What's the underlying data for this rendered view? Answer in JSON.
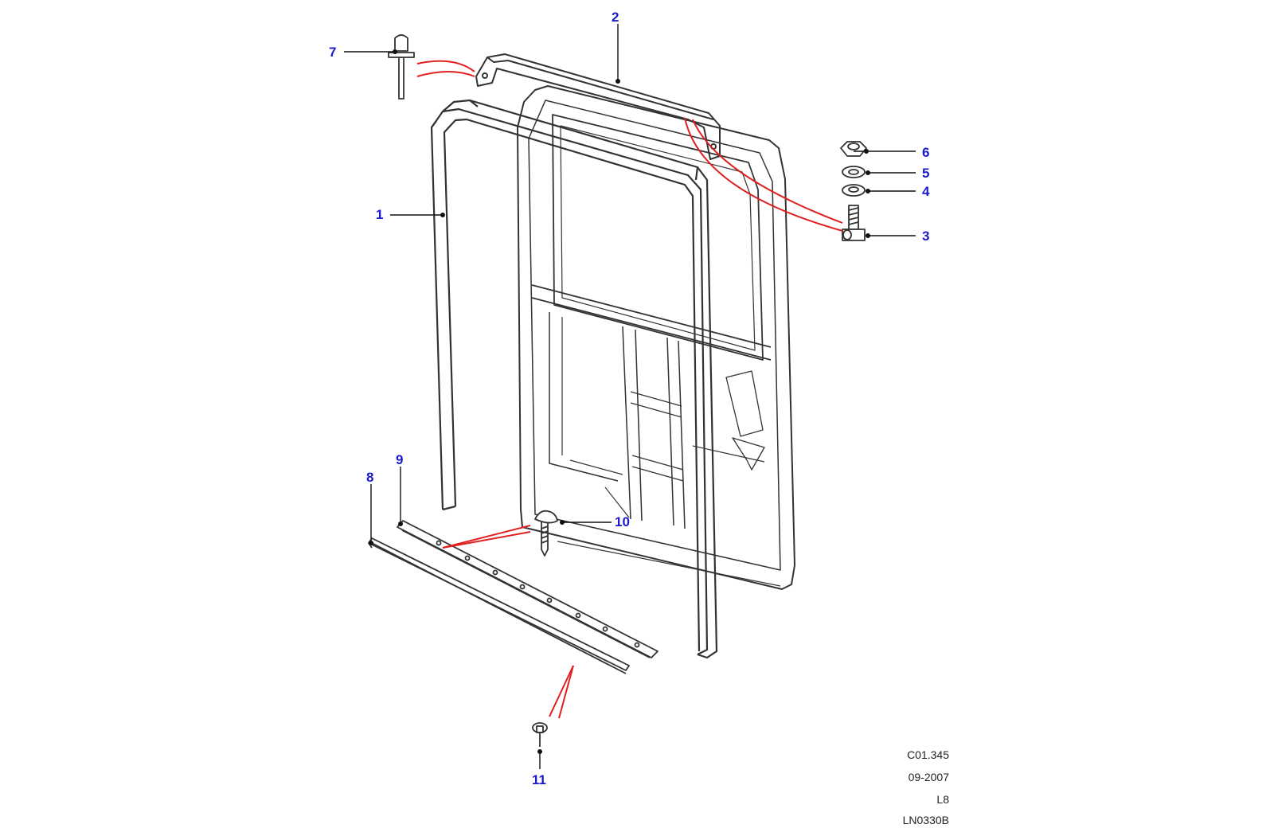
{
  "callouts": {
    "c1": "1",
    "c2": "2",
    "c3": "3",
    "c4": "4",
    "c5": "5",
    "c6": "6",
    "c7": "7",
    "c8": "8",
    "c9": "9",
    "c10": "10",
    "c11": "11"
  },
  "reference": {
    "code": "C01.345",
    "date": "09-2007",
    "model": "L8",
    "illustration": "LN0330B"
  },
  "colors": {
    "callout_text": "#1a1acc",
    "leader_line": "#111111",
    "assembly_link": "#e02020",
    "outline": "#333333"
  }
}
